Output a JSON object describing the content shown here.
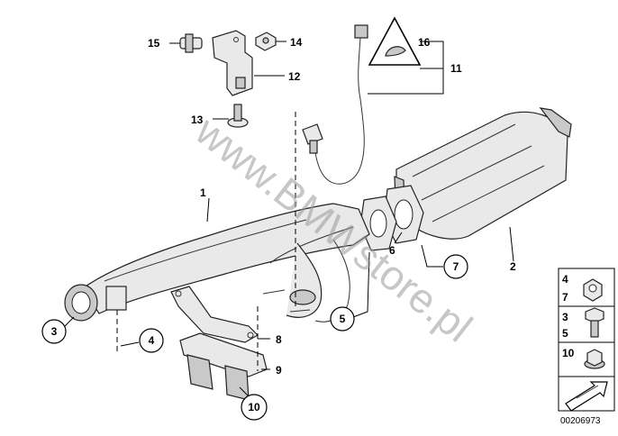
{
  "watermark": "www.BMWstore.pl",
  "reference_number": "00206973",
  "callouts": {
    "c1": "1",
    "c2": "2",
    "c3": "3",
    "c4": "4",
    "c5": "5",
    "c6": "6",
    "c7": "7",
    "c8": "8",
    "c9": "9",
    "c10": "10",
    "c11": "11",
    "c12": "12",
    "c13": "13",
    "c14": "14",
    "c15": "15",
    "c16": "16"
  },
  "fastener_kit": [
    {
      "top": "4",
      "bottom": "7",
      "icon": "hex-nut-icon"
    },
    {
      "top": "3",
      "bottom": "5",
      "icon": "hex-bolt-icon"
    },
    {
      "top": "10",
      "bottom": "",
      "icon": "flange-nut-icon"
    }
  ],
  "colors": {
    "line": "#000000",
    "part_fill": "#e9e9e9",
    "watermark": "#9a9a9a"
  }
}
